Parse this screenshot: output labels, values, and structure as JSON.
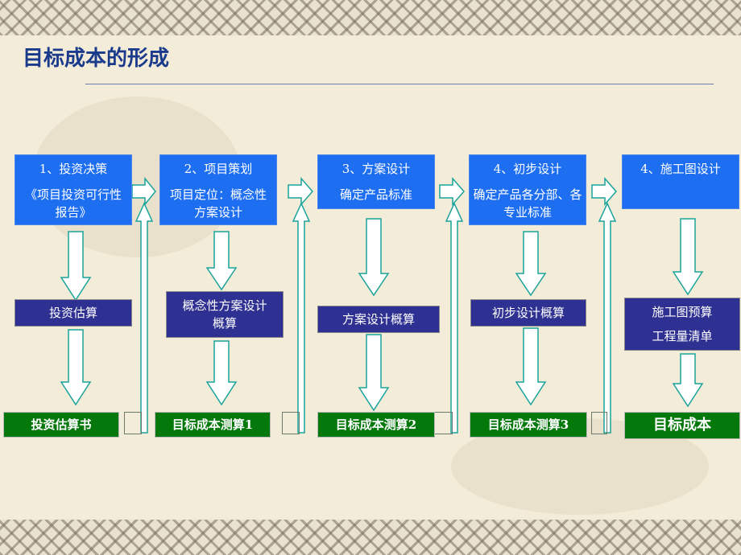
{
  "title": "目标成本的形成",
  "stages": [
    {
      "step": "1、投资决策",
      "desc": "《项目投资可行性报告》"
    },
    {
      "step": "2、项目策划",
      "desc": "项目定位：概念性方案设计"
    },
    {
      "step": "3、方案设计",
      "desc": "确定产品标准"
    },
    {
      "step": "4、初步设计",
      "desc": "确定产品各分部、各专业标准"
    },
    {
      "step": "4、施工图设计",
      "desc": ""
    }
  ],
  "estimates": [
    {
      "lines": [
        "投资估算"
      ]
    },
    {
      "lines": [
        "概念性方案设计",
        "概算"
      ]
    },
    {
      "lines": [
        "方案设计概算"
      ]
    },
    {
      "lines": [
        "初步设计概算"
      ]
    },
    {
      "lines": [
        "施工图预算",
        "工程量清单"
      ]
    }
  ],
  "results": [
    "投资估算书",
    "目标成本测算1",
    "目标成本测算2",
    "目标成本测算3",
    "目标成本"
  ],
  "colors": {
    "title": "#1a3a8c",
    "stage_box": "#1e6ef2",
    "estimate_box": "#2e3192",
    "result_box": "#05780c",
    "arrow_fill": "#ffffff",
    "arrow_stroke": "#1aa39a"
  }
}
